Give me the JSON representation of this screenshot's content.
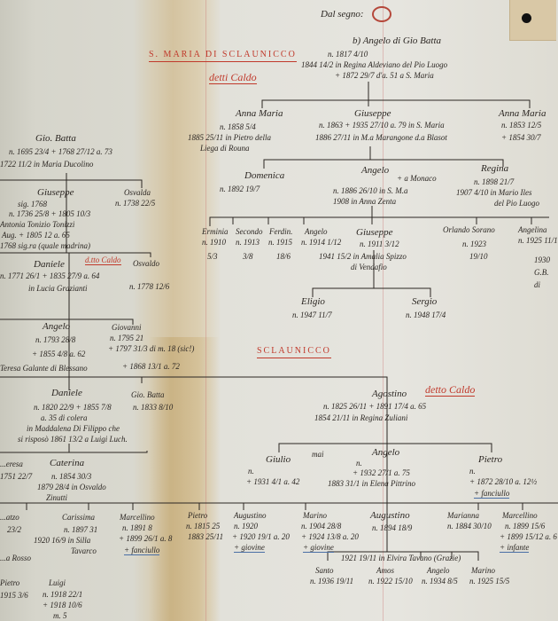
{
  "header": {
    "dal_segno": "Dal segno:",
    "founder_name": "b) Angelo di Gio Batta",
    "founder_birth": "n. 1817 4/10",
    "founder_marriage": "1844 14/2 in Regina Aldeviano del Pio Luogo",
    "founder_death": "+ 1872 29/7 d'a. 51 a S. Maria",
    "place_title": "S. MARIA DI SCLAUNICCO",
    "nickname": "detti Caldo"
  },
  "gen1": [
    {
      "name": "Anna Maria",
      "l1": "n. 1858 5/4",
      "l2": "1885 25/11 in Pietro della",
      "l3": "Liega di Rouna"
    },
    {
      "name": "Giuseppe",
      "l1": "n. 1863 + 1935 27/10 a. 79 in S. Maria",
      "l2": "1886 27/11 in M.a Marangone d.a Blasot"
    },
    {
      "name": "Anna Maria",
      "l1": "n. 1853 12/5",
      "l2": "+ 1854 30/7"
    }
  ],
  "gen2": [
    {
      "name": "Domenica",
      "l1": "n. 1892 19/7"
    },
    {
      "name": "Angelo",
      "note": "+ a Monaco",
      "l1": "n. 1886 26/10 in S. M.a",
      "l2": "1908 in Anna Zenta"
    },
    {
      "name": "Regina",
      "l1": "n. 1898 21/7",
      "l2": "1907 4/10 in Mario Iles",
      "l3": "del Pio Luogo"
    }
  ],
  "gen3": [
    {
      "name": "Erminia",
      "l1": "n. 1910",
      "l2": "5/3"
    },
    {
      "name": "Secondo",
      "l1": "n. 1913",
      "l2": "3/8"
    },
    {
      "name": "Ferdin.",
      "l1": "n. 1915",
      "l2": "18/6"
    },
    {
      "name": "Angelo",
      "l1": "n. 1914 1/12"
    },
    {
      "name": "Giuseppe",
      "l1": "n. 1911 3/12",
      "l2": "1941 15/2 in Amalia Spizzo",
      "l3": "di Vendafio"
    },
    {
      "name": "Orlando Sorano",
      "l1": "n. 1923",
      "l2": "19/10"
    },
    {
      "name": "Angelina",
      "l1": "n. 1925 11/10",
      "l2": "1930",
      "l3": "G.B.",
      "l4": "di"
    }
  ],
  "gen4": [
    {
      "name": "Eligio",
      "l1": "n. 1947 11/7"
    },
    {
      "name": "Sergio",
      "l1": "n. 1948 17/4"
    }
  ],
  "sclaunicco": {
    "title": "SCLAUNICCO",
    "agostino_name": "Agostino",
    "agostino_nick": "detto Caldo",
    "agostino_l1": "n. 1825 26/11   + 1891 17/4 a. 65",
    "agostino_l2": "1854 21/11 in Regina Zuliani"
  },
  "sgen1": [
    {
      "name": "Giulio",
      "l1": "n.",
      "l2": "+ 1931 4/1 a. 42"
    },
    {
      "name": "Angelo",
      "note": "mai",
      "l1": "n.",
      "l2": "+ 1932 27/1 a. 75",
      "l3": "1883 31/1 in Elena Pittrino"
    },
    {
      "name": "Pietro",
      "l1": "n.",
      "l2": "+ 1872 28/10 a. 12½",
      "l3": "+ fanciullo"
    }
  ],
  "sgen2": [
    {
      "name": "...atzo",
      "l1": "23/2",
      "l2": "...a Rosso"
    },
    {
      "name": "Carissima",
      "l1": "n. 1897 31",
      "l2": "1920 16/9 in Silla",
      "l3": "Tavarco"
    },
    {
      "name": "Marcellino",
      "l1": "n. 1891 8",
      "l2": "+ 1899 26/1 a. 8",
      "l3": "+ fanciullo"
    },
    {
      "name": "Pietro",
      "l1": "n. 1815 25",
      "l2": "1883 25/11"
    },
    {
      "name": "Augustino",
      "l1": "n. 1920",
      "l2": "+ 1920 19/1 a. 20",
      "l3": "+ giovine"
    },
    {
      "name": "Marino",
      "l1": "n. 1904 28/8",
      "l2": "+ 1924 13/8 a. 20",
      "l3": "+ giovine"
    },
    {
      "name": "Augustino",
      "l1": "n. 1894 18/9",
      "l2": "1921 19/11 in Elvira Tavano (Grazie)"
    },
    {
      "name": "Marianna",
      "l1": "n. 1884 30/10"
    },
    {
      "name": "Marcellino",
      "l1": "n. 1899 15/6",
      "l2": "+ 1899 15/12 a. 6",
      "l3": "+ infante"
    }
  ],
  "sgen3": [
    {
      "name": "Santo",
      "l1": "n. 1936 19/11"
    },
    {
      "name": "Amos",
      "l1": "n. 1922 15/10"
    },
    {
      "name": "Angelo",
      "l1": "n. 1934 8/5"
    },
    {
      "name": "Marino",
      "l1": "n. 1925 15/5"
    }
  ],
  "left": {
    "giobatta": {
      "name": "Gio. Batta",
      "l1": "n. 1695 23/4  + 1768 27/12 a. 73",
      "l2": "1722 11/2 in Maria Ducolino"
    },
    "giuseppe": {
      "name": "Giuseppe",
      "l0": "sig. 1768",
      "l1": "n. 1736 25/8  + 1805 10/3",
      "l2": "Antonia Tonizio Tonizzi",
      "l3": "Aug. + 1805 12 a. 65",
      "l4": "1768 sig.ra (quale madrina)"
    },
    "osvalda": {
      "name": "Osvalda",
      "l1": "n. 1738 22/5"
    },
    "daniele": {
      "name": "Daniele",
      "nick": "d.tto Caldo",
      "l1": "n. 1771 26/1  + 1835 27/9 a. 64",
      "l2": "in Lucia Grazianti"
    },
    "osvaldo": {
      "name": "Osvaldo",
      "l1": "n. 1778 12/6"
    },
    "angelo": {
      "name": "Angelo",
      "l1": "n. 1793 28/8",
      "l2": "+ 1855 4/8 a. 62",
      "l3": "Teresa Galante di Blessano"
    },
    "giovanni": {
      "name": "Giovanni",
      "l1": "n. 1795 21",
      "l2": "+ 1797 31/3 di m. 18 (sic!)",
      "l3": "+ 1868 13/1 a. 72"
    },
    "daniele2": {
      "name": "Daniele",
      "l1": "n. 1820 22/9  + 1855 7/8",
      "l2": "a. 35 di colera",
      "l3": "in Maddalena Di Filippo che",
      "l4": "si risposò 1861 13/2 a Luigi Luch."
    },
    "giobatta2": {
      "name": "Gio. Batta",
      "l1": "n. 1833 8/10"
    },
    "caterina": {
      "name": "Caterina",
      "l1": "n. 1854 30/3",
      "l2": "1879 28/4 in Osvaldo",
      "l3": "Zinutti"
    },
    "teresa": {
      "name": "...eresa",
      "l1": "1751 22/7"
    },
    "pietro": {
      "name": "Pietro",
      "l1": "1915 3/6"
    },
    "luigi": {
      "name": "Luigi",
      "l1": "n. 1918 22/1",
      "l2": "+ 1918 10/6",
      "l3": "m. 5"
    }
  }
}
